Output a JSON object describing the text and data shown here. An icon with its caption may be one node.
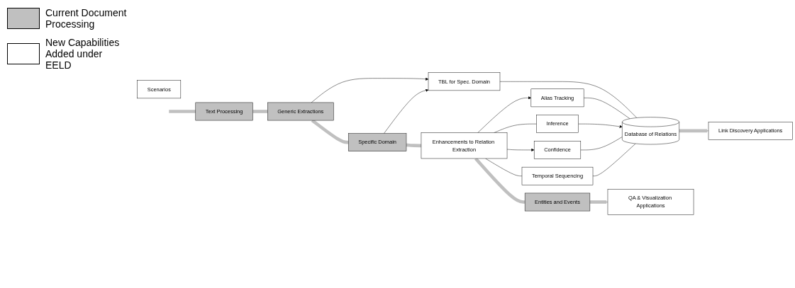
{
  "diagram": {
    "nodes": [
      {
        "text": [
          "Database of Relations"
        ]
      },
      {
        "text": [
          "Link Discovery Applications"
        ]
      },
      {
        "text": [
          "TBL for Spec. Domain"
        ]
      },
      {
        "text": [
          "Alias Tracking"
        ]
      },
      {
        "text": [
          "Inference"
        ]
      },
      {
        "text": [
          "Confidence"
        ]
      },
      {
        "text": [
          "Temporal Sequencing"
        ]
      },
      {
        "text": [
          "Scenarios"
        ]
      },
      {
        "text": [
          "Text Processing"
        ]
      },
      {
        "text": [
          "Generic Extractions"
        ]
      },
      {
        "text": [
          "Specific Domain"
        ]
      },
      {
        "text": [
          "Enhancements to Relation Extraction"
        ]
      },
      {
        "text": [
          "Entities and Events"
        ]
      },
      {
        "text": [
          "QA & Visualization Applications"
        ]
      }
    ],
    "edges": [
      {
        "from": 0,
        "to": 1,
        "arrow": "to",
        "style": "thick",
        "color": "#c0c0c0"
      },
      {
        "from": 2,
        "to": 0,
        "arrow": "none"
      },
      {
        "from": 3,
        "to": 0,
        "arrow": "none"
      },
      {
        "from": 4,
        "to": 0,
        "arrow": "to"
      },
      {
        "from": 5,
        "to": 0,
        "arrow": "none"
      },
      {
        "from": 6,
        "to": 0,
        "arrow": "none"
      },
      {
        "from": 9,
        "to": 2,
        "arrow": "to"
      },
      {
        "from": 10,
        "to": 2,
        "arrow": "to"
      },
      {
        "from": 11,
        "to": 3,
        "arrow": "to"
      },
      {
        "from": 11,
        "to": 4,
        "arrow": "none"
      },
      {
        "from": 11,
        "to": 5,
        "arrow": "to"
      },
      {
        "from": 11,
        "to": 6,
        "arrow": "none"
      },
      {
        "from": null,
        "to": 8,
        "arrow": "none",
        "style": "thick",
        "color": "#c0c0c0"
      },
      {
        "from": 8,
        "to": 9,
        "arrow": "none",
        "style": "thick",
        "color": "#c0c0c0"
      },
      {
        "from": 9,
        "to": 10,
        "arrow": "none",
        "style": "thick",
        "color": "#c0c0c0"
      },
      {
        "from": 10,
        "to": 11,
        "arrow": "none",
        "style": "thick",
        "color": "#c0c0c0"
      },
      {
        "from": 11,
        "to": 12,
        "arrow": "none",
        "style": "thick",
        "color": "#c0c0c0"
      },
      {
        "from": 12,
        "to": 13,
        "arrow": "to",
        "style": "thick",
        "color": "#c0c0c0"
      }
    ],
    "legend": [
      {
        "text": "Current Document Processing",
        "color": "#c0c0c0"
      },
      {
        "text": "New Capabilities Added under EELD",
        "color": "#ffffff"
      }
    ]
  }
}
